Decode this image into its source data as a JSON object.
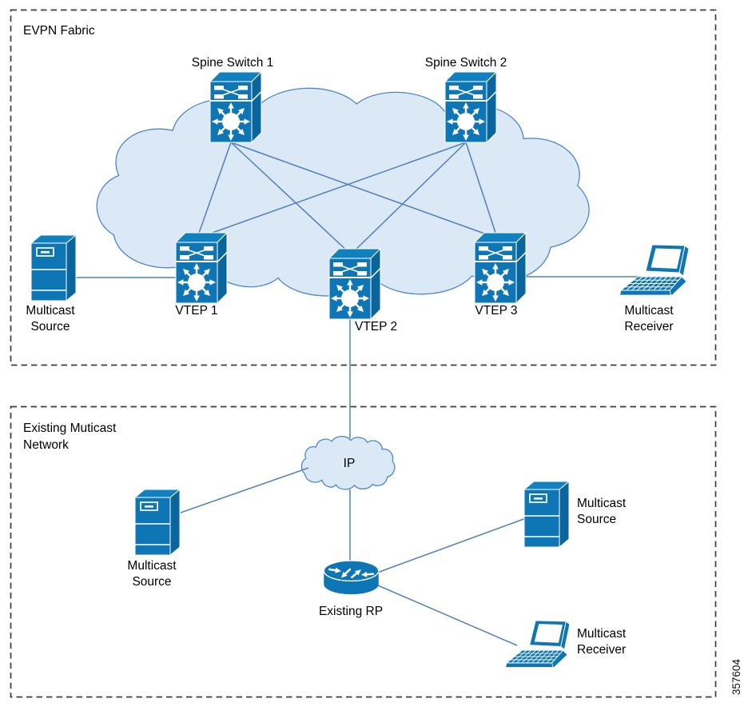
{
  "figure_number": "357604",
  "colors": {
    "icon_blue": "#0E76B4",
    "icon_top_blue": "#1080BF",
    "icon_side_blue": "#0A659C",
    "link_blue": "#4E80C0",
    "cloud_fill": "#DBE8F6",
    "cloud_stroke": "#4E86C6",
    "region_border": "#3D3D3D",
    "text": "#000000"
  },
  "regions": {
    "evpn": {
      "label": "EVPN Fabric"
    },
    "existing": {
      "label": "Existing Muticast\nNetwork"
    }
  },
  "nodes": {
    "spine1": {
      "label": "Spine Switch 1",
      "type": "l3-switch"
    },
    "spine2": {
      "label": "Spine Switch 2",
      "type": "l3-switch"
    },
    "vtep1": {
      "label": "VTEP 1",
      "type": "l3-switch"
    },
    "vtep2": {
      "label": "VTEP 2",
      "type": "l3-switch"
    },
    "vtep3": {
      "label": "VTEP 3",
      "type": "l3-switch"
    },
    "fabric_source": {
      "label": "Multicast\nSource",
      "type": "server"
    },
    "fabric_receiver": {
      "label": "Multicast\nReceiver",
      "type": "laptop"
    },
    "ip_cloud": {
      "label": "IP",
      "type": "cloud"
    },
    "existing_rp": {
      "label": "Existing RP",
      "type": "router"
    },
    "existing_source_left": {
      "label": "Multicast\nSource",
      "type": "server"
    },
    "existing_source_right": {
      "label": "Multicast\nSource",
      "type": "server"
    },
    "existing_receiver": {
      "label": "Multicast\nReceiver",
      "type": "laptop"
    }
  },
  "connections": [
    {
      "from": "spine1",
      "to": "vtep1"
    },
    {
      "from": "spine1",
      "to": "vtep2"
    },
    {
      "from": "spine1",
      "to": "vtep3"
    },
    {
      "from": "spine2",
      "to": "vtep1"
    },
    {
      "from": "spine2",
      "to": "vtep2"
    },
    {
      "from": "spine2",
      "to": "vtep3"
    },
    {
      "from": "fabric_source",
      "to": "vtep1"
    },
    {
      "from": "vtep3",
      "to": "fabric_receiver"
    },
    {
      "from": "vtep2",
      "to": "ip_cloud"
    },
    {
      "from": "ip_cloud",
      "to": "existing_rp"
    },
    {
      "from": "ip_cloud",
      "to": "existing_source_left"
    },
    {
      "from": "existing_rp",
      "to": "existing_source_right"
    },
    {
      "from": "existing_rp",
      "to": "existing_receiver"
    }
  ]
}
